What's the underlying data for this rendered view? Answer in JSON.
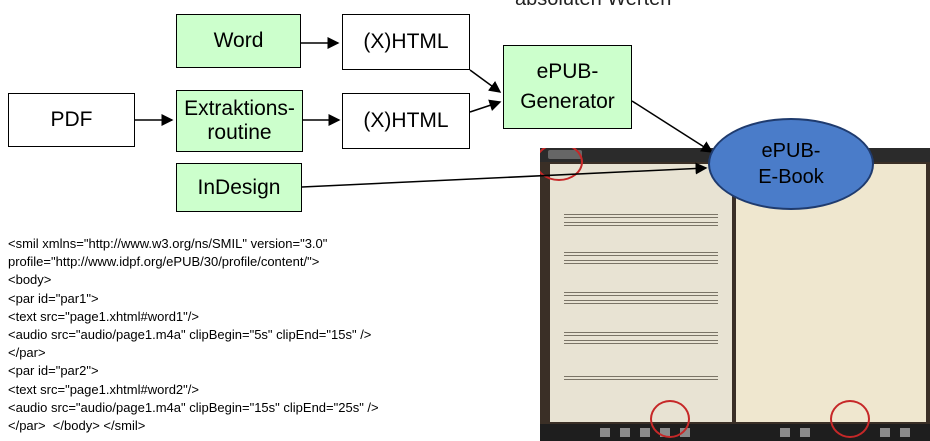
{
  "top_caption": "absoluten Werten",
  "nodes": {
    "word": "Word",
    "xhtml1": "(X)HTML",
    "pdf": "PDF",
    "extraction": "Extraktions-\nroutine",
    "xhtml2": "(X)HTML",
    "generator": "ePUB-\nGenerator",
    "indesign": "InDesign",
    "ebook": "ePUB-\nE-Book"
  },
  "code_lines": [
    "<smil xmlns=\"http://www.w3.org/ns/SMIL\" version=\"3.0\"",
    "profile=\"http://www.idpf.org/ePUB/30/profile/content/\">",
    "<body>",
    "<par id=\"par1\">",
    "<text src=\"page1.xhtml#word1\"/>",
    "<audio src=\"audio/page1.m4a\" clipBegin=\"5s\" clipEnd=\"15s\" />",
    "</par>",
    "<par id=\"par2\">",
    "<text src=\"page1.xhtml#word2\"/>",
    "<audio src=\"audio/page1.m4a\" clipBegin=\"15s\" clipEnd=\"25s\" />",
    "</par>  </body> </smil>"
  ],
  "colors": {
    "green_box": "#ccffcc",
    "ellipse_fill": "#4a7cc9",
    "annotation_circle": "#c62828"
  }
}
